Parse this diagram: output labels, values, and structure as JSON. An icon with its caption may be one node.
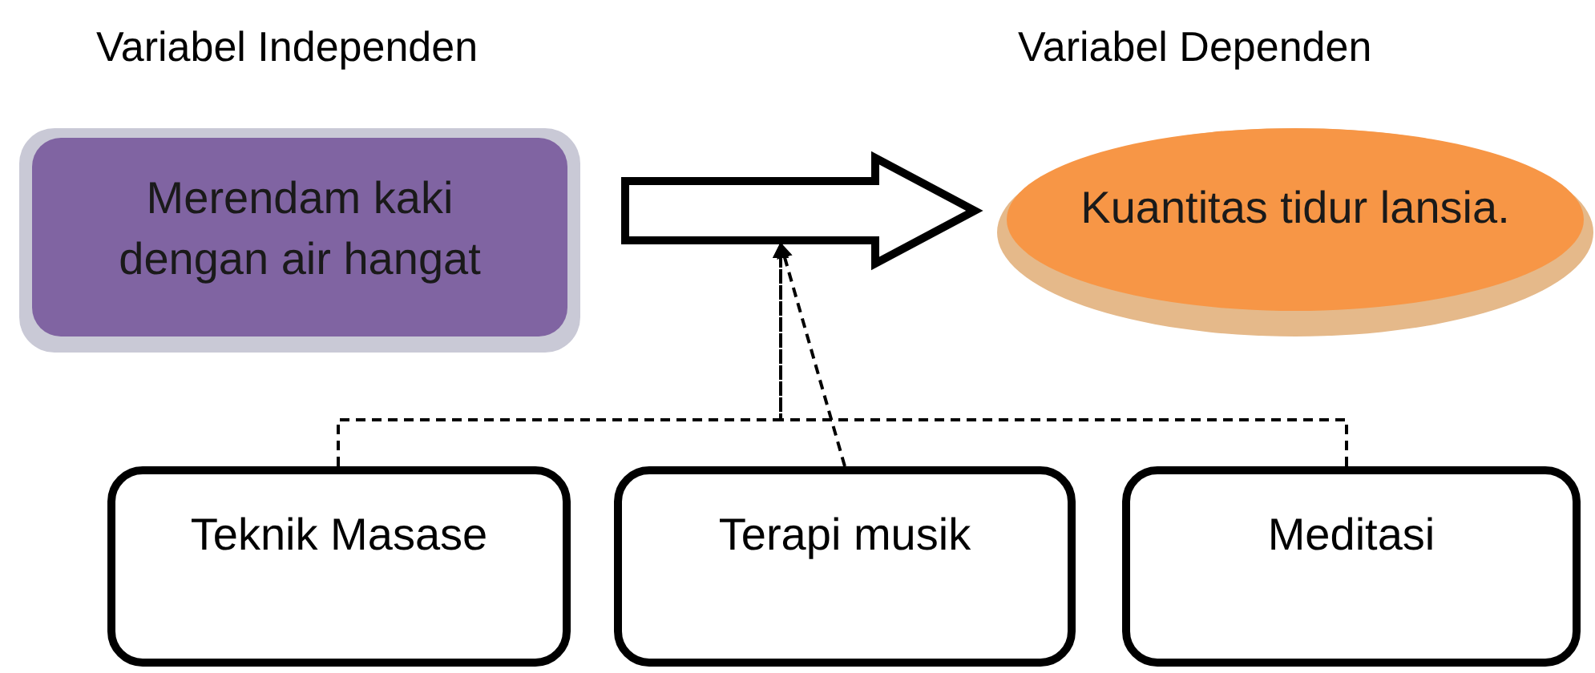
{
  "diagram": {
    "nodes": [
      {
        "text": [
          "Variabel Independen",
          "Merendam kaki dengan air hangat"
        ]
      },
      {
        "text": [
          "Variabel Dependen",
          "Kuantitas tidur lansia."
        ]
      },
      {
        "text": [
          "Teknik Masase"
        ]
      },
      {
        "text": [
          "Terapi musik"
        ]
      },
      {
        "text": [
          "Meditasi"
        ]
      }
    ],
    "edges": [
      {
        "from": 0,
        "to": 1,
        "arrow": "to",
        "style": "thick"
      },
      {
        "from": 2,
        "to": null,
        "arrow": "to",
        "style": "dashed"
      },
      {
        "from": 3,
        "to": null,
        "arrow": "to",
        "style": "dashed"
      },
      {
        "from": 4,
        "to": null,
        "arrow": "to",
        "style": "dashed"
      }
    ]
  }
}
